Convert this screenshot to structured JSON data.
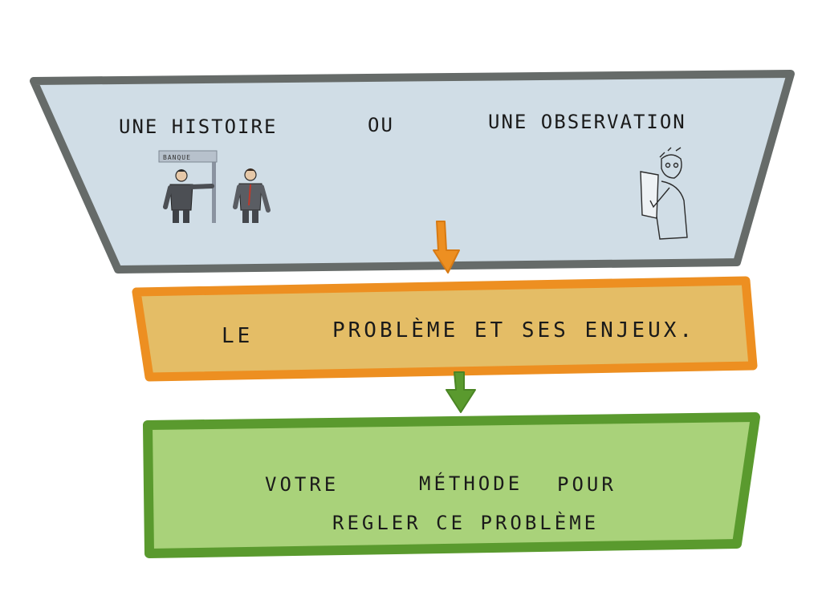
{
  "diagram": {
    "box_top": {
      "left_text": "Une histoire",
      "middle_text": "ou",
      "right_text": "une observation",
      "sign_text": "Banque",
      "fill": "#d0dde6",
      "border": "#666b69"
    },
    "box_middle": {
      "label_lead": "Le",
      "label_rest": "problème et ses enjeux.",
      "fill": "#e4bd66",
      "border": "#ed8f21"
    },
    "box_bottom": {
      "line1_a": "Votre",
      "line1_b": "méthode",
      "line1_c": "pour",
      "line2": "regler ce problème",
      "fill": "#a9d27a",
      "border": "#5a9a2e"
    },
    "arrows": {
      "first_color": "#ed8f21",
      "second_color": "#5a9a2e"
    }
  }
}
